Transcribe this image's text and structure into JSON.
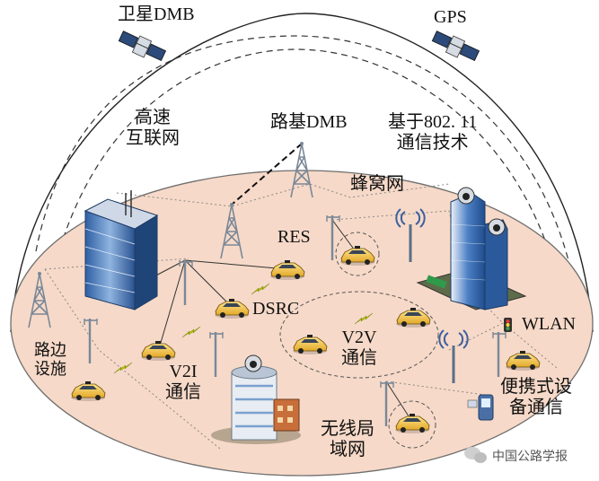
{
  "labels": {
    "satellite_dmb": "卫星DMB",
    "gps": "GPS",
    "highspeed_internet": [
      "高速",
      "互联网"
    ],
    "roadbase_dmb": "路基DMB",
    "tech_80211": [
      "基于802. 11",
      "通信技术"
    ],
    "cellular": "蜂窝网",
    "res": "RES",
    "dsrc": "DSRC",
    "wlan": "WLAN",
    "v2v": [
      "V2V",
      "通信"
    ],
    "roadside": [
      "路边",
      "设施"
    ],
    "v2i": [
      "V2I",
      "通信"
    ],
    "portable": [
      "便携式设",
      "备通信"
    ],
    "wireless_lan": [
      "无线局",
      "域网"
    ]
  },
  "watermark": "中国公路学报",
  "colors": {
    "ground": "#f6d9c8",
    "ground_stroke": "#6f6f6f",
    "car": "#f2c14e",
    "tower": "#7a8898",
    "building_blue": "#3d6fb0",
    "lightning": "#c8d400"
  },
  "icons": [
    "satellite-icon",
    "gps-satellite-icon",
    "tower-icon",
    "car-icon",
    "building-icon",
    "lightning-icon",
    "phone-icon",
    "traffic-light-icon",
    "wechat-icon"
  ]
}
